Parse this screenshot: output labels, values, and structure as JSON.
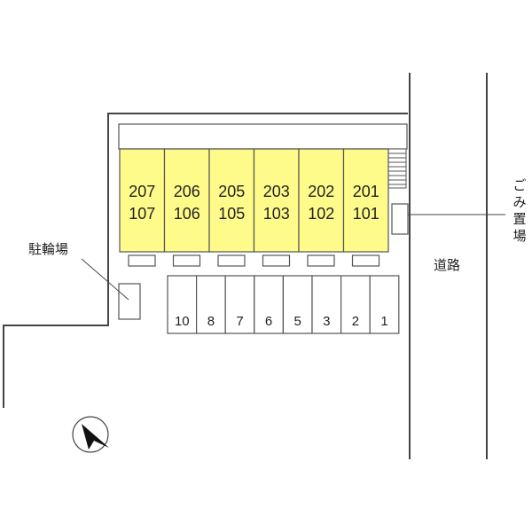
{
  "units": [
    {
      "upper": "207",
      "lower": "107"
    },
    {
      "upper": "206",
      "lower": "106"
    },
    {
      "upper": "205",
      "lower": "105"
    },
    {
      "upper": "203",
      "lower": "103"
    },
    {
      "upper": "202",
      "lower": "102"
    },
    {
      "upper": "201",
      "lower": "101"
    }
  ],
  "parking_spaces": [
    "10",
    "8",
    "7",
    "6",
    "5",
    "3",
    "2",
    "1"
  ],
  "labels": {
    "bicycle_parking": "駐輪場",
    "road": "道路",
    "garbage_area": "ごみ置場"
  },
  "colors": {
    "unit_fill": "#fffb8a",
    "line": "#444444"
  }
}
